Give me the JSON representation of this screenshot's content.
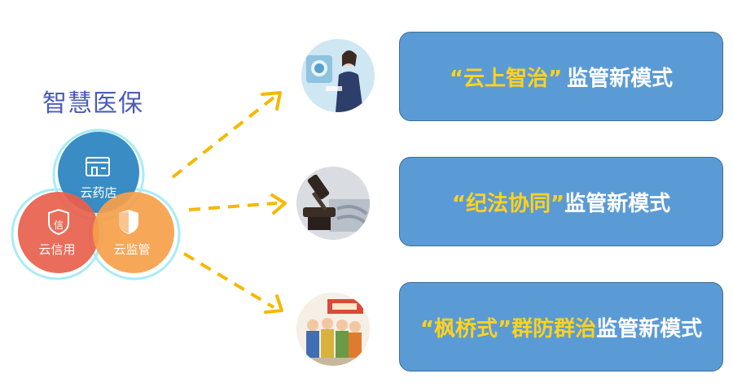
{
  "title": "智慧医保",
  "venn": {
    "top": "云药店",
    "left": "云信用",
    "right": "云监管",
    "left_icon_char": "信"
  },
  "boxes": [
    {
      "highlight": "“云上智治”",
      "rest": "监管新模式",
      "photo": "smart-governance-photo"
    },
    {
      "highlight": "“纪法协同”",
      "rest": "监管新模式",
      "photo": "gavel-photo"
    },
    {
      "highlight": "“枫桥式”群防群治",
      "rest": "监管新模式",
      "photo": "community-crowd-photo"
    }
  ],
  "colors": {
    "title": "#4a5bb8",
    "top_circle": "#2e86c1",
    "left_circle": "#e8604c",
    "right_circle": "#f5a04a",
    "outline": "#9ee6f2",
    "arrow": "#f5b800",
    "box_fill": "#5b9bd5",
    "highlight_text": "#ffd21e"
  }
}
